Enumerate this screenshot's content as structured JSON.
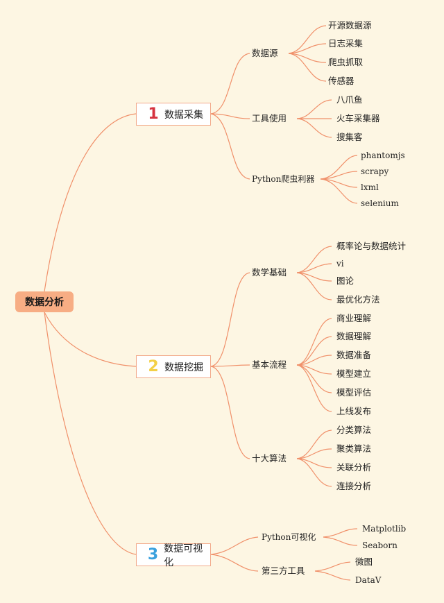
{
  "root": {
    "label": "数据分析"
  },
  "branches": [
    {
      "number": "1",
      "label": "数据采集",
      "color": "#d63340",
      "groups": [
        {
          "label": "数据源",
          "items": [
            "开源数据源",
            "日志采集",
            "爬虫抓取",
            "传感器"
          ]
        },
        {
          "label": "工具使用",
          "items": [
            "八爪鱼",
            "火车采集器",
            "搜集客"
          ]
        },
        {
          "label": "Python爬虫利器",
          "items": [
            "phantomjs",
            "scrapy",
            "lxml",
            "selenium"
          ]
        }
      ]
    },
    {
      "number": "2",
      "label": "数据挖掘",
      "color": "#f3d046",
      "groups": [
        {
          "label": "数学基础",
          "items": [
            "概率论与数据统计",
            "vi",
            "图论",
            "最优化方法"
          ]
        },
        {
          "label": "基本流程",
          "items": [
            "商业理解",
            "数据理解",
            "数据准备",
            "模型建立",
            "模型评估",
            "上线发布"
          ]
        },
        {
          "label": "十大算法",
          "items": [
            "分类算法",
            "聚类算法",
            "关联分析",
            "连接分析"
          ]
        }
      ]
    },
    {
      "number": "3",
      "label": "数据可视化",
      "color": "#3aa1de",
      "groups": [
        {
          "label": "Python可视化",
          "items": [
            "Matplotlib",
            "Seaborn"
          ]
        },
        {
          "label": "第三方工具",
          "items": [
            "微图",
            "DataV"
          ]
        }
      ]
    }
  ],
  "colors": {
    "background": "#fdf6e3",
    "line": "#f0906a",
    "root_fill": "#f7ad84",
    "branch_border": "#f2a98a"
  }
}
